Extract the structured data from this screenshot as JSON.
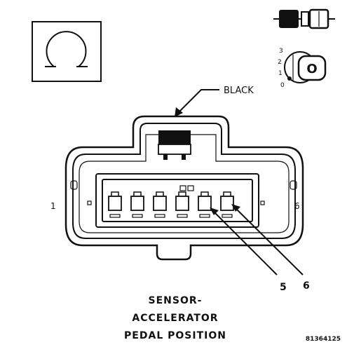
{
  "wire_color_label": "BLACK",
  "pin_end_left": "1",
  "pin_end_right": "6",
  "callout_pins": [
    "5",
    "6"
  ],
  "title_lines": [
    "SENSOR-",
    "ACCELERATOR",
    "PEDAL POSITION"
  ],
  "figure_id": "81364125",
  "key_positions": [
    "3",
    "2",
    "1",
    "0"
  ],
  "key_letter": "O",
  "cavity_count": 6,
  "symbol_icon": "omega-termination-icon",
  "connector_icon": "connector-pair-icon",
  "key_icon": "ignition-key-icon"
}
